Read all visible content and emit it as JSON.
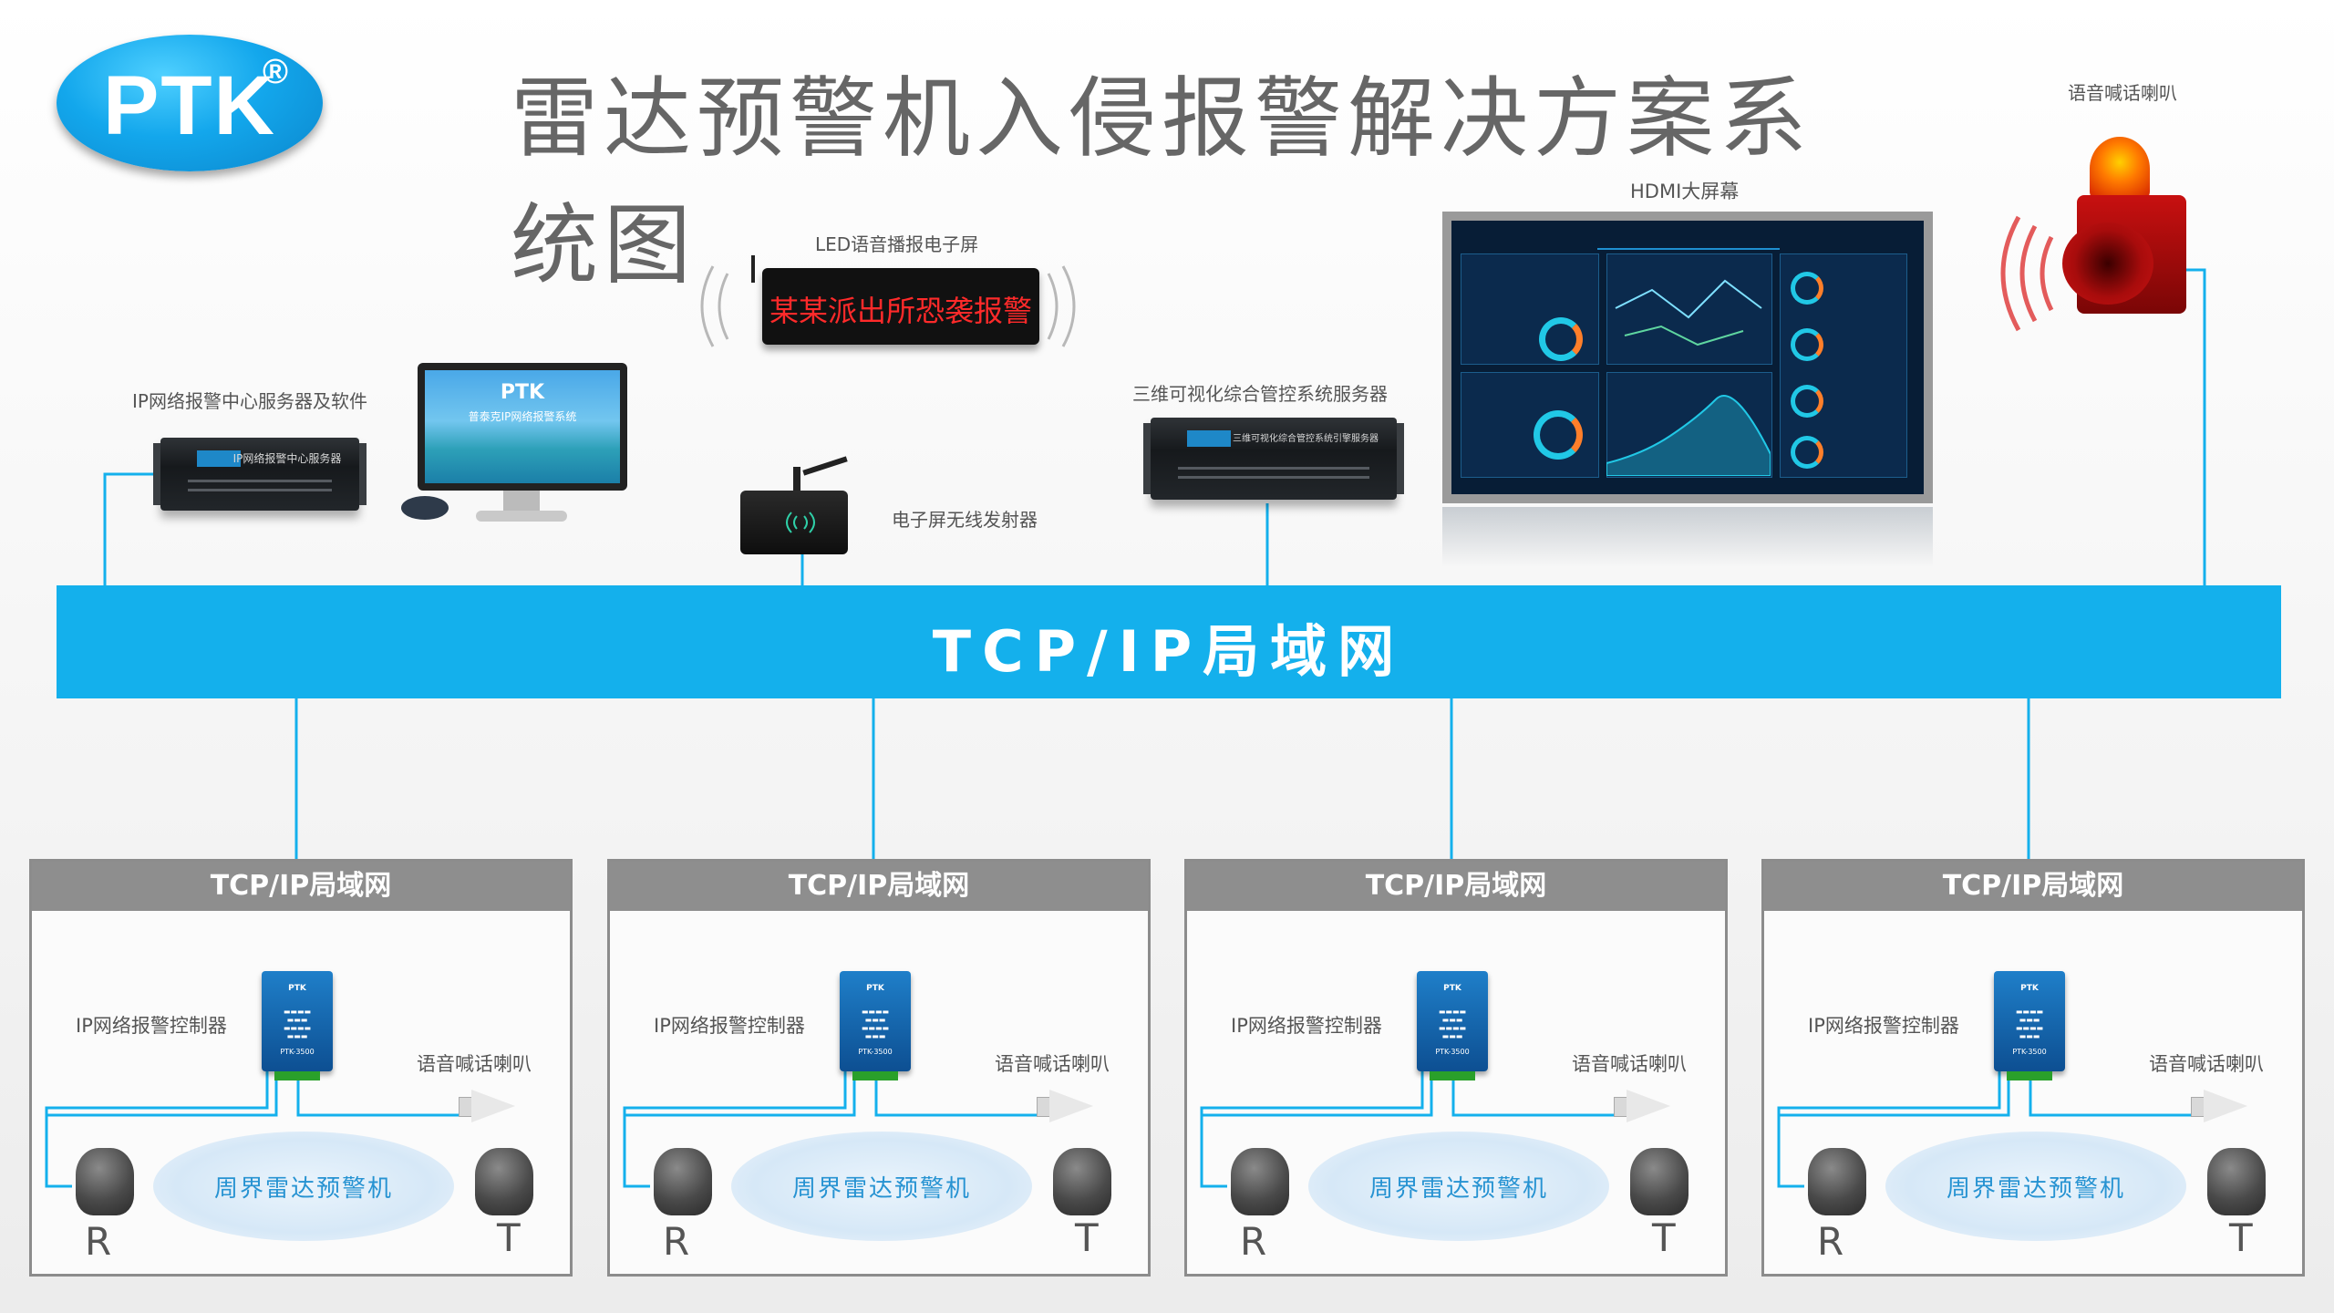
{
  "title": "雷达预警机入侵报警解决方案系统图",
  "logo": {
    "text": "PTK",
    "mark": "®"
  },
  "devices": {
    "alarm_center": {
      "label": "IP网络报警中心服务器及软件",
      "rack_text": "IP网络报警中心服务器"
    },
    "monitor": {
      "brand": "PTK",
      "subtitle": "普泰克IP网络报警系统"
    },
    "led": {
      "label": "LED语音播报电子屏",
      "message": "某某派出所恐袭报警"
    },
    "transmitter": {
      "label": "电子屏无线发射器"
    },
    "vis_server": {
      "label": "三维可视化综合管控系统服务器",
      "rack_text": "三维可视化综合管控系统引擎服务器"
    },
    "hdmi": {
      "label": "HDMI大屏幕"
    },
    "siren": {
      "label": "语音喊话喇叭"
    }
  },
  "network": {
    "label": "TCP/IP局域网"
  },
  "subnets": [
    {
      "header": "TCP/IP局域网",
      "controller_label": "IP网络报警控制器",
      "speaker_label": "语音喊话喇叭",
      "radar_label": "周界雷达预警机",
      "r": "R",
      "t": "T",
      "ctrl_brand": "PTK",
      "ctrl_model": "PTK-3500"
    },
    {
      "header": "TCP/IP局域网",
      "controller_label": "IP网络报警控制器",
      "speaker_label": "语音喊话喇叭",
      "radar_label": "周界雷达预警机",
      "r": "R",
      "t": "T",
      "ctrl_brand": "PTK",
      "ctrl_model": "PTK-3500"
    },
    {
      "header": "TCP/IP局域网",
      "controller_label": "IP网络报警控制器",
      "speaker_label": "语音喊话喇叭",
      "radar_label": "周界雷达预警机",
      "r": "R",
      "t": "T",
      "ctrl_brand": "PTK",
      "ctrl_model": "PTK-3500"
    },
    {
      "header": "TCP/IP局域网",
      "controller_label": "IP网络报警控制器",
      "speaker_label": "语音喊话喇叭",
      "radar_label": "周界雷达预警机",
      "r": "R",
      "t": "T",
      "ctrl_brand": "PTK",
      "ctrl_model": "PTK-3500"
    }
  ],
  "colors": {
    "network": "#14b0ec",
    "panel_header": "#8e8e8e",
    "led_text": "#ff2a2a",
    "radar_label": "#2793d2"
  }
}
